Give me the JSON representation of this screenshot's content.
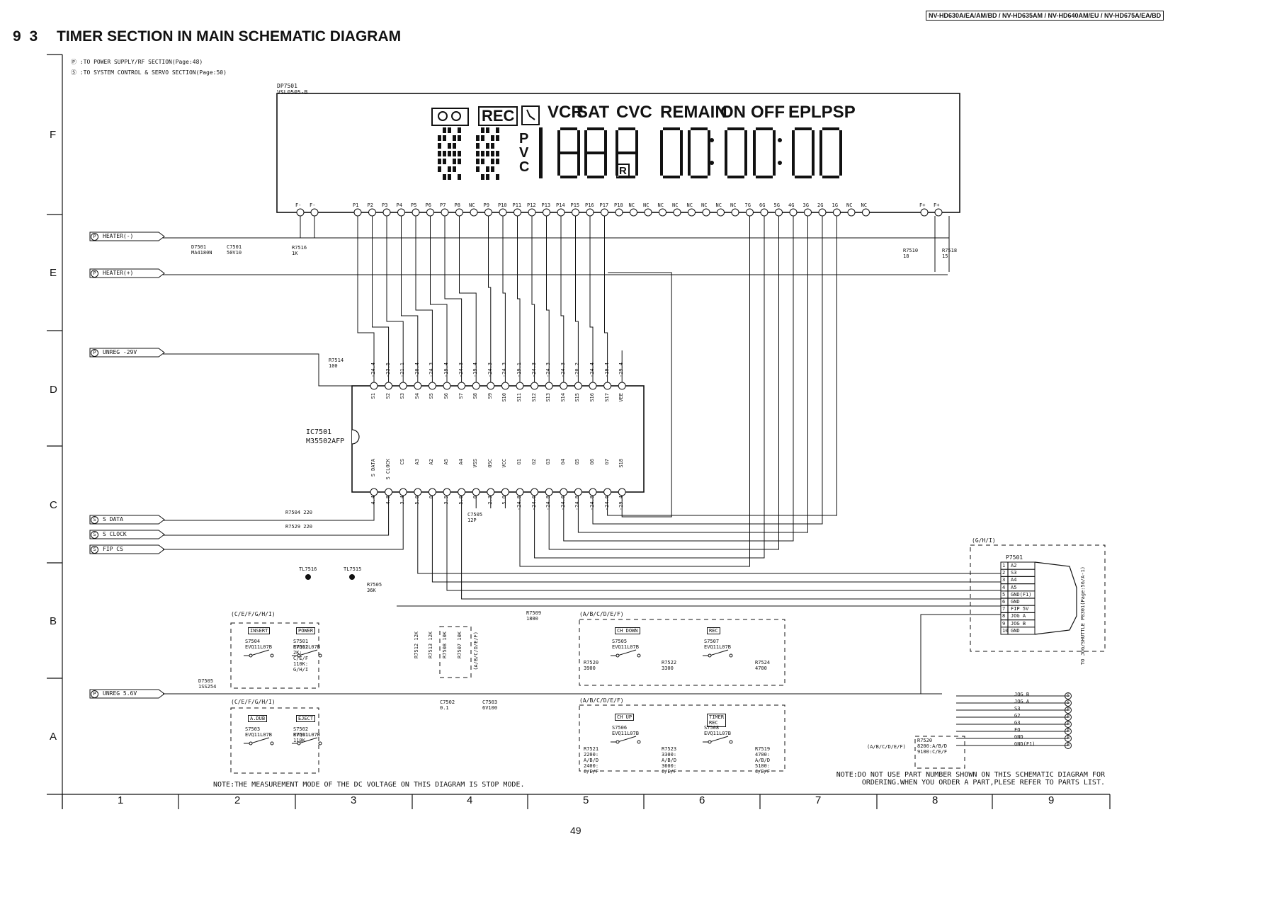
{
  "header": {
    "models": "NV-HD630A/EA/AM/BD / NV-HD635AM / NV-HD640AM/EU / NV-HD675A/EA/BD",
    "section_number": "9 3",
    "section_title": "TIMER SECTION IN MAIN SCHEMATIC DIAGRAM"
  },
  "legend": {
    "p_note": "Ⓟ :TO POWER SUPPLY/RF SECTION(Page:48)",
    "s_note": "Ⓢ :TO SYSTEM CONTROL & SERVO SECTION(Page:50)"
  },
  "rows": [
    "F",
    "E",
    "D",
    "C",
    "B",
    "A"
  ],
  "columns": [
    "1",
    "2",
    "3",
    "4",
    "5",
    "6",
    "7",
    "8",
    "9"
  ],
  "display": {
    "ref": "DP7501",
    "part": "VSL0505-B",
    "indicators": [
      "REC",
      "VCR",
      "SAT",
      "CVC",
      "REMAIN",
      "ON",
      "OFF",
      "EPLPSP"
    ],
    "side_letters": [
      "P",
      "V",
      "C"
    ],
    "r_mark": "R",
    "pins": [
      "F-",
      "F-",
      "P1",
      "P2",
      "P3",
      "P4",
      "P5",
      "P6",
      "P7",
      "P8",
      "NC",
      "P9",
      "P10",
      "P11",
      "P12",
      "P13",
      "P14",
      "P15",
      "P16",
      "P17",
      "P18",
      "NC",
      "NC",
      "NC",
      "NC",
      "NC",
      "NC",
      "NC",
      "NC",
      "7G",
      "6G",
      "5G",
      "4G",
      "3G",
      "2G",
      "1G",
      "NC",
      "NC",
      "F+",
      "F+"
    ]
  },
  "ic": {
    "ref": "IC7501",
    "part": "M35502AFP",
    "top_pins": [
      "S1",
      "S2",
      "S3",
      "S4",
      "S5",
      "S6",
      "S7",
      "S8",
      "S9",
      "S10",
      "S11",
      "S12",
      "S13",
      "S14",
      "S15",
      "S16",
      "S17",
      "VEE"
    ],
    "top_voltages": [
      "-24.4",
      "-23.5",
      "-21.1",
      "-20.4",
      "-24.3",
      "-19.4",
      "-24.3",
      "-19.4",
      "-24.3",
      "-24.3",
      "-19.1",
      "-24.3",
      "-24.3",
      "-24.3",
      "-20.2",
      "-24.4",
      "-19.4",
      "-29.4"
    ],
    "bottom_pins": [
      "S DATA",
      "S CLOCK",
      "CS",
      "A3",
      "A2",
      "A5",
      "A4",
      "VSS",
      "OSC",
      "VCC",
      "G1",
      "G2",
      "G3",
      "G4",
      "G5",
      "G6",
      "G7",
      "S18"
    ],
    "bottom_voltages": [
      "4.4",
      "4.8",
      "3.4",
      "5.0",
      "0",
      "3.5",
      "5.0",
      "0",
      "2.3",
      "5.0",
      "-24.8",
      "-24.6",
      "-24.8",
      "-24.6",
      "-24.8",
      "-24.8",
      "-24.6",
      "-29.4"
    ]
  },
  "connectors_left": [
    {
      "tag": "P",
      "label": "HEATER(-)"
    },
    {
      "tag": "P",
      "label": "HEATER(+)"
    },
    {
      "tag": "P",
      "label": "UNREG -29V"
    },
    {
      "tag": "S",
      "label": "S DATA"
    },
    {
      "tag": "S",
      "label": "S CLOCK"
    },
    {
      "tag": "S",
      "label": "FIP CS"
    },
    {
      "tag": "P",
      "label": "UNREG 5.6V"
    }
  ],
  "components": {
    "d7501": "D7501\nMA4180N",
    "c7501": "C7501\n50V10",
    "r7516": "R7516\n1K",
    "r7510": "R7510\n18",
    "r7518": "R7518\n15",
    "r7514": "R7514\n100",
    "r7504": "R7504 220",
    "r7529": "R7529 220",
    "c7505": "C7505\n12P",
    "tl7516": "TL7516",
    "tl7515": "TL7515",
    "r7505": "R7505\n36K",
    "r7509": "R7509\n1800",
    "d7505": "D7505\n1SS254",
    "c7502": "C7502\n0.1",
    "c7503": "C7503\n6V100",
    "r7512": "R7512 12K",
    "r7513": "R7513 12K",
    "r7508": "R7508 10K",
    "r7507": "R7507 10K",
    "r7507_note": "(A/B/C/D/E/F)"
  },
  "switch_groups": [
    {
      "variant": "(C/E/F/G/H/I)",
      "buttons": [
        "INSERT",
        "POWER"
      ],
      "parts": [
        "S7504\nEVQ11L07B",
        "S7501\nEVQ11L07B"
      ],
      "res": "R7502\n2K:\nC/E/F\n110K:\nG/H/I"
    },
    {
      "variant": "(C/E/F/G/H/I)",
      "buttons": [
        "A.DUB",
        "EJECT"
      ],
      "parts": [
        "S7503\nEVQ11L07B",
        "S7502\nEVQ11L07B"
      ],
      "res": "R7501\n110K"
    },
    {
      "variant": "(A/B/C/D/E/F)",
      "buttons": [
        "CH DOWN",
        "REC"
      ],
      "parts": [
        "S7505\nEVQ11L07B",
        "S7507\nEVQ11L07B"
      ],
      "res": [
        "R7520\n3900",
        "R7522\n3300",
        "R7524\n4700"
      ]
    },
    {
      "variant": "(A/B/C/D/E/F)",
      "buttons": [
        "CH UP",
        "TIMER\nREC"
      ],
      "parts": [
        "S7506\nEVQ11L07B",
        "S7508\nEVQ11L07B"
      ],
      "res": [
        "R7521\n2200:\nA/B/D\n2400:\nC/E/F",
        "R7523\n3300:\nA/B/D\n3600:\nC/E/F",
        "R7519\n4700:\nA/B/D\n5100:\nC/E/F"
      ]
    }
  ],
  "p7501": {
    "variant": "(G/H/I)",
    "ref": "P7501",
    "pins": [
      "A2",
      "S3",
      "A4",
      "A5",
      "GND(F1)",
      "GND",
      "FIP 5V",
      "JOG A",
      "JOG B",
      "GND"
    ],
    "note": "TO JOG/SHUTTLE P8301(Page:56/A-1)"
  },
  "right_connector": {
    "lines": [
      "JOG B",
      "JOG A",
      "S3",
      "G2",
      "G3",
      "FO",
      "GND",
      "GND(F1)"
    ],
    "tags": [
      "S",
      "S",
      "P",
      "P",
      "P",
      "P",
      "P",
      "P"
    ],
    "r7520": "R7520\n8200:A/B/D\n9100:C/E/F",
    "variant": "(A/B/C/D/E/F)"
  },
  "notes": {
    "measurement": "NOTE:THE MEASUREMENT MODE OF THE DC VOLTAGE ON THIS DIAGRAM IS STOP MODE.",
    "parts": "NOTE:DO NOT USE PART NUMBER SHOWN ON THIS SCHEMATIC DIAGRAM FOR ORDERING.WHEN YOU ORDER A PART,PLESE REFER TO PARTS LIST."
  },
  "page_number": "49"
}
